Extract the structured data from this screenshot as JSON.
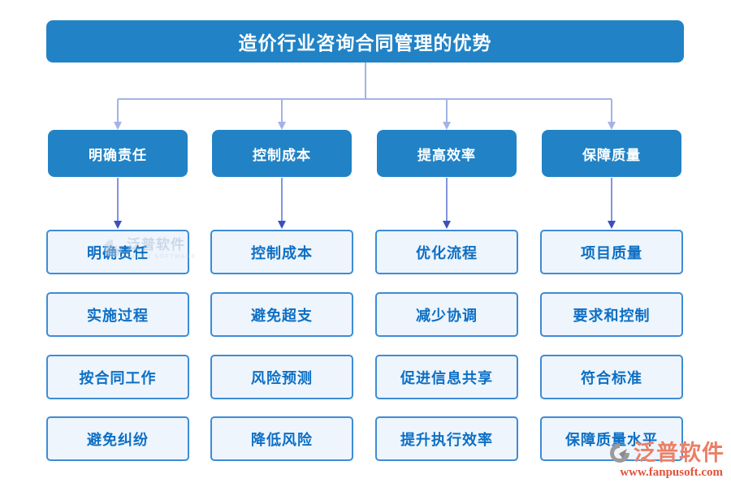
{
  "title": "造价行业咨询合同管理的优势",
  "columns": [
    {
      "header": "明确责任",
      "items": [
        "明确责任",
        "实施过程",
        "按合同工作",
        "避免纠纷"
      ]
    },
    {
      "header": "控制成本",
      "items": [
        "控制成本",
        "避免超支",
        "风险预测",
        "降低风险"
      ]
    },
    {
      "header": "提高效率",
      "items": [
        "优化流程",
        "减少协调",
        "促进信息共享",
        "提升执行效率"
      ]
    },
    {
      "header": "保障质量",
      "items": [
        "项目质量",
        "要求和控制",
        "符合标准",
        "保障质量水平"
      ]
    }
  ],
  "watermark": {
    "brand": "泛普软件",
    "brand_en": "FANPU SOFTWARE",
    "url": "www.fanpusoft.com"
  },
  "theme": {
    "primary_blue": "#2183c6",
    "box_bg": "#eef5fd",
    "box_border": "#3e8cd5",
    "box_text": "#0d6fc4",
    "connector_light": "#a4b3e6",
    "connector_arrow": "#8494de",
    "watermark_red": "#e2523c"
  }
}
